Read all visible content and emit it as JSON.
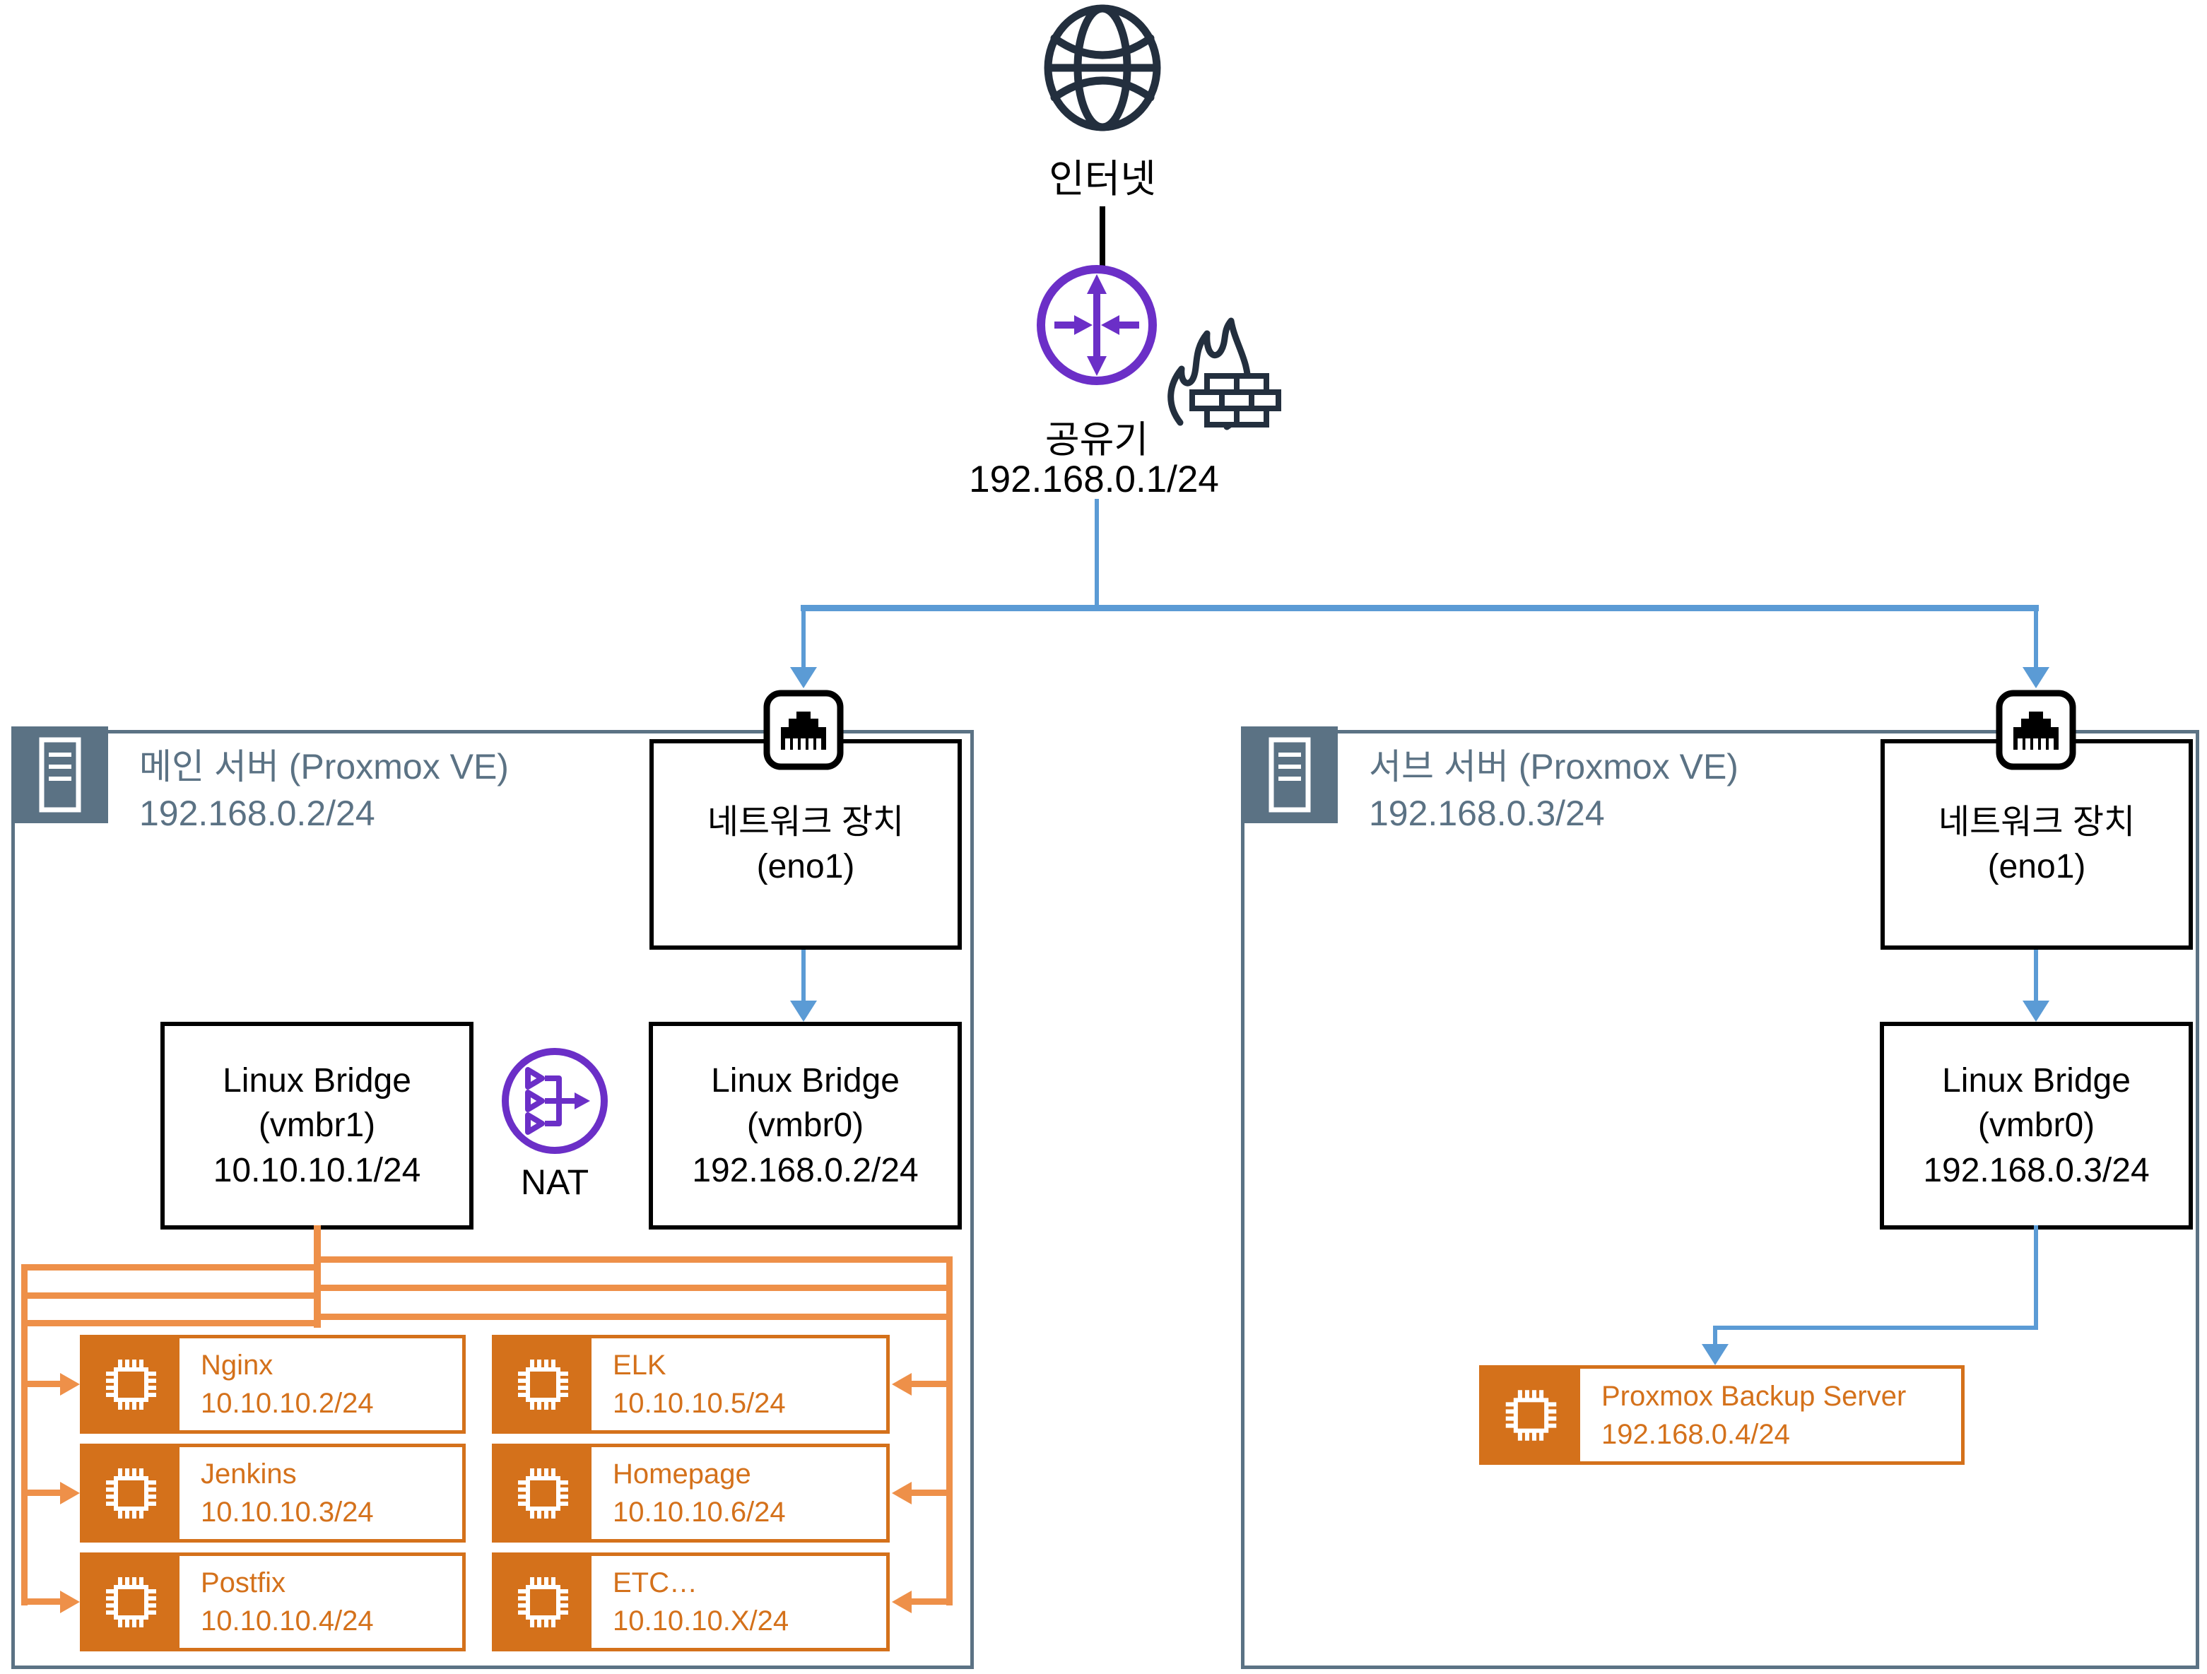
{
  "colors": {
    "slate": "#5b7284",
    "orange_box": "#d4711b",
    "orange_line": "#ee9049",
    "blue": "#5b9bd5",
    "purple": "#6b2fc7",
    "dark_icon": "#232f3e"
  },
  "internet": {
    "label": "인터넷"
  },
  "router": {
    "label": "공유기",
    "ip": "192.168.0.1/24"
  },
  "main_server": {
    "title": "메인 서버 (Proxmox VE)",
    "ip": "192.168.0.2/24",
    "nic": {
      "line1": "네트워크 장치",
      "line2": "(eno1)"
    },
    "bridge1": {
      "line1": "Linux Bridge",
      "line2": "(vmbr1)",
      "line3": "10.10.10.1/24"
    },
    "bridge0": {
      "line1": "Linux Bridge",
      "line2": "(vmbr0)",
      "line3": "192.168.0.2/24"
    },
    "nat_label": "NAT",
    "vms": [
      {
        "name": "Nginx",
        "ip": "10.10.10.2/24"
      },
      {
        "name": "Jenkins",
        "ip": "10.10.10.3/24"
      },
      {
        "name": "Postfix",
        "ip": "10.10.10.4/24"
      },
      {
        "name": "ELK",
        "ip": "10.10.10.5/24"
      },
      {
        "name": "Homepage",
        "ip": "10.10.10.6/24"
      },
      {
        "name": "ETC…",
        "ip": "10.10.10.X/24"
      }
    ]
  },
  "sub_server": {
    "title": "서브 서버 (Proxmox VE)",
    "ip": "192.168.0.3/24",
    "nic": {
      "line1": "네트워크 장치",
      "line2": "(eno1)"
    },
    "bridge0": {
      "line1": "Linux Bridge",
      "line2": "(vmbr0)",
      "line3": "192.168.0.3/24"
    },
    "backup": {
      "name": "Proxmox Backup Server",
      "ip": "192.168.0.4/24"
    }
  }
}
